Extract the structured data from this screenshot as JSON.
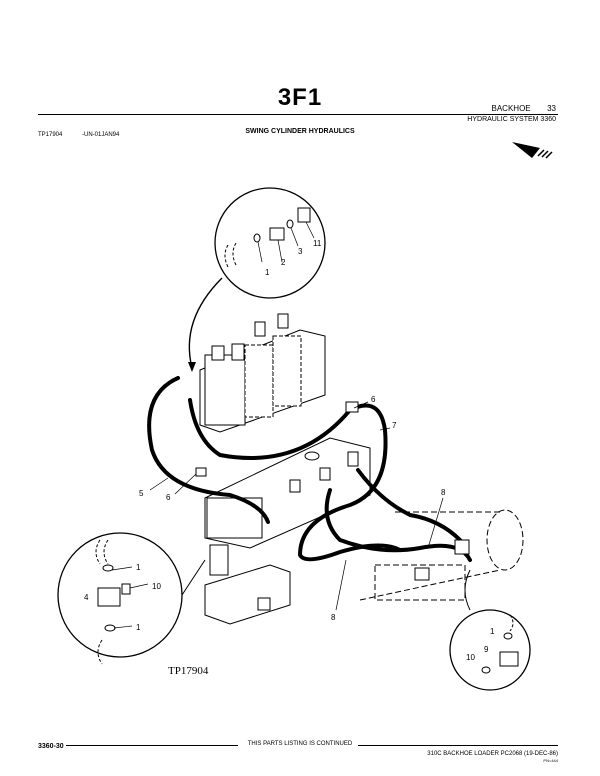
{
  "header": {
    "page_title": "3F1",
    "section_name": "BACKHOE",
    "section_number": "33",
    "subsection": "HYDRAULIC SYSTEM  3360",
    "figure_code": "TP17904",
    "figure_date": "-UN-01JAN94",
    "figure_title": "SWING CYLINDER HYDRAULICS"
  },
  "illustration": {
    "callout_label": "TP17904",
    "part_numbers_top_detail": [
      "1",
      "2",
      "3",
      "11"
    ],
    "part_numbers_main": [
      "5",
      "6",
      "6",
      "7",
      "8",
      "8"
    ],
    "part_numbers_left_detail": [
      "1",
      "10",
      "4",
      "1"
    ],
    "part_numbers_right_detail": [
      "1",
      "9",
      "10"
    ]
  },
  "footer": {
    "page_ref": "3360-30",
    "continued_note": "THIS PARTS LISTING IS CONTINUED",
    "book_info": "310C BACKHOE LOADER  PC2068   (19-DEC-86)",
    "code": "PN=444"
  }
}
